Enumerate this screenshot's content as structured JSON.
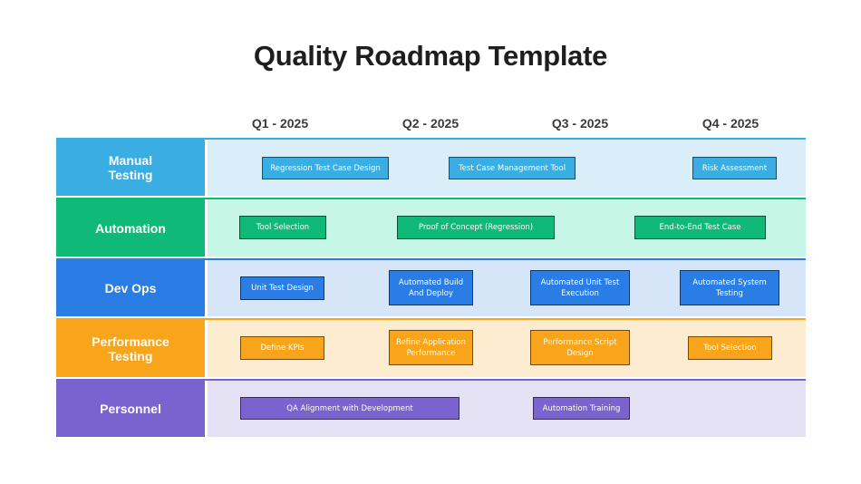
{
  "title": "Quality Roadmap Template",
  "quarters": [
    "Q1 - 2025",
    "Q2 - 2025",
    "Q3 - 2025",
    "Q4 - 2025"
  ],
  "rows": [
    {
      "label": "Manual\nTesting",
      "color": "#3aade2",
      "lane_color": "#d9eef8",
      "line_color": "#3aade2",
      "tasks": [
        "Regression Test Case Design",
        "Test Case Management Tool",
        "Risk Assessment"
      ]
    },
    {
      "label": "Automation",
      "color": "#0fba78",
      "lane_color": "#c6f7e6",
      "line_color": "#0fba78",
      "tasks": [
        "Tool Selection",
        "Proof of Concept (Regression)",
        "End-to-End Test Case"
      ]
    },
    {
      "label": "Dev Ops",
      "color": "#2b7de6",
      "lane_color": "#d6e6f8",
      "line_color": "#2b7de6",
      "tasks": [
        "Unit Test Design",
        "Automated Build And Deploy",
        "Automated Unit Test Execution",
        "Automated System Testing"
      ]
    },
    {
      "label": "Performance\nTesting",
      "color": "#f9a51b",
      "lane_color": "#fdeccf",
      "line_color": "#f9a51b",
      "tasks": [
        "Define KPIs",
        "Refine Application Performance",
        "Performance Script Design",
        "Tool Selection"
      ]
    },
    {
      "label": "Personnel",
      "color": "#7a63cf",
      "lane_color": "#e5e1f5",
      "line_color": "#7a63cf",
      "tasks": [
        "QA Alignment with Development",
        "Automation Training"
      ]
    }
  ]
}
